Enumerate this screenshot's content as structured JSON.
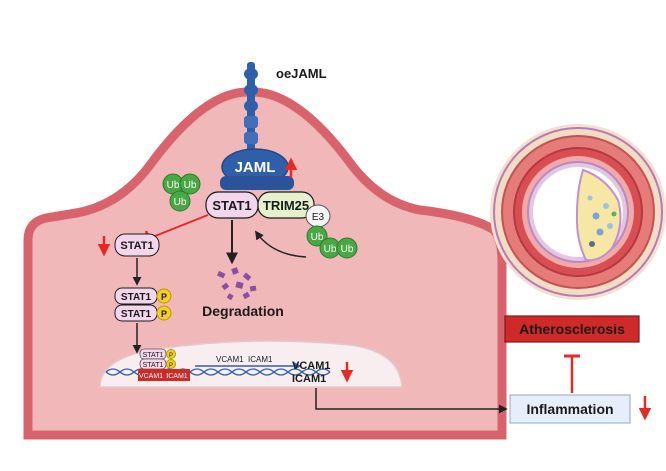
{
  "labels": {
    "oejaml": "oeJAML",
    "jaml": "JAML",
    "stat1_main": "STAT1",
    "trim25": "TRIM25",
    "e3": "E3",
    "ub": "Ub",
    "stat1_cyto": "STAT1",
    "stat1_dimer_a": "STAT1",
    "stat1_dimer_b": "STAT1",
    "p": "P",
    "degradation": "Degradation",
    "dna_stat1_a": "STAT1",
    "dna_stat1_b": "STAT1",
    "dna_vcam1": "VCAM1",
    "dna_icam1": "ICAM1",
    "tx_vcam1": "VCAM1",
    "tx_icam1": "ICAM1",
    "out_vcam1": "VCAM1",
    "out_icam1": "ICAM1",
    "atherosclerosis": "Atherosclerosis",
    "inflammation": "Inflammation"
  },
  "colors": {
    "cell_fill": "#f1b8b9",
    "cell_border": "#d9636d",
    "stat1_fill": "#f1d6ec",
    "trim25_fill": "#e4f1cc",
    "ub_fill": "#48a843",
    "jaml_fill": "#2f5fa8",
    "arrow_up_down": "#e52a24",
    "atherosclerosis_fill": "#cf2a27",
    "inflammation_fill": "#e6eef9"
  }
}
